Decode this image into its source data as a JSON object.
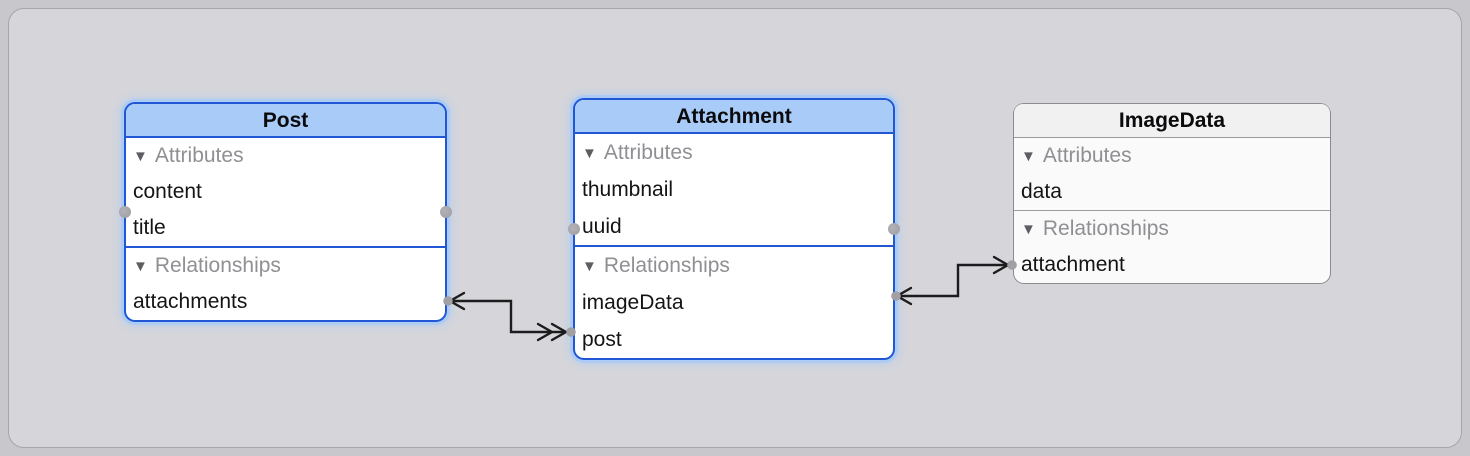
{
  "diagram": {
    "editor": "data-model-graph",
    "glyphs": {
      "disclosure": "▼"
    },
    "colors": {
      "selection_border": "#2157d4",
      "selected_header_fill": "#a9cbf7",
      "selection_halo": "#abcbf6",
      "unselected_header_fill": "#f1f1f2",
      "unselected_border": "#8a8a8f",
      "canvas_fill": "#d6d6da",
      "canvas_outer": "#c8c8cc",
      "arrow": "#1c1c1e",
      "handle": "#a6a6ab",
      "section_label": "#8f8f94"
    },
    "entities": [
      {
        "name": "Post",
        "selected": true,
        "sections": [
          {
            "label": "Attributes",
            "rows": [
              "content",
              "title"
            ]
          },
          {
            "label": "Relationships",
            "rows": [
              "attachments"
            ]
          }
        ]
      },
      {
        "name": "Attachment",
        "selected": true,
        "sections": [
          {
            "label": "Attributes",
            "rows": [
              "thumbnail",
              "uuid"
            ]
          },
          {
            "label": "Relationships",
            "rows": [
              "imageData",
              "post"
            ]
          }
        ]
      },
      {
        "name": "ImageData",
        "selected": false,
        "sections": [
          {
            "label": "Attributes",
            "rows": [
              "data"
            ]
          },
          {
            "label": "Relationships",
            "rows": [
              "attachment"
            ]
          }
        ]
      }
    ],
    "connections": [
      {
        "from": "Post.attachments",
        "to": "Attachment.post",
        "arrow_at_post": "to-one (single arrowhead)",
        "arrow_at_attachment": "to-many (double arrowhead)"
      },
      {
        "from": "Attachment.imageData",
        "to": "ImageData.attachment",
        "arrow_at_attachment": "to-one (single arrowhead)",
        "arrow_at_imagedata": "to-one (single arrowhead)"
      }
    ]
  }
}
